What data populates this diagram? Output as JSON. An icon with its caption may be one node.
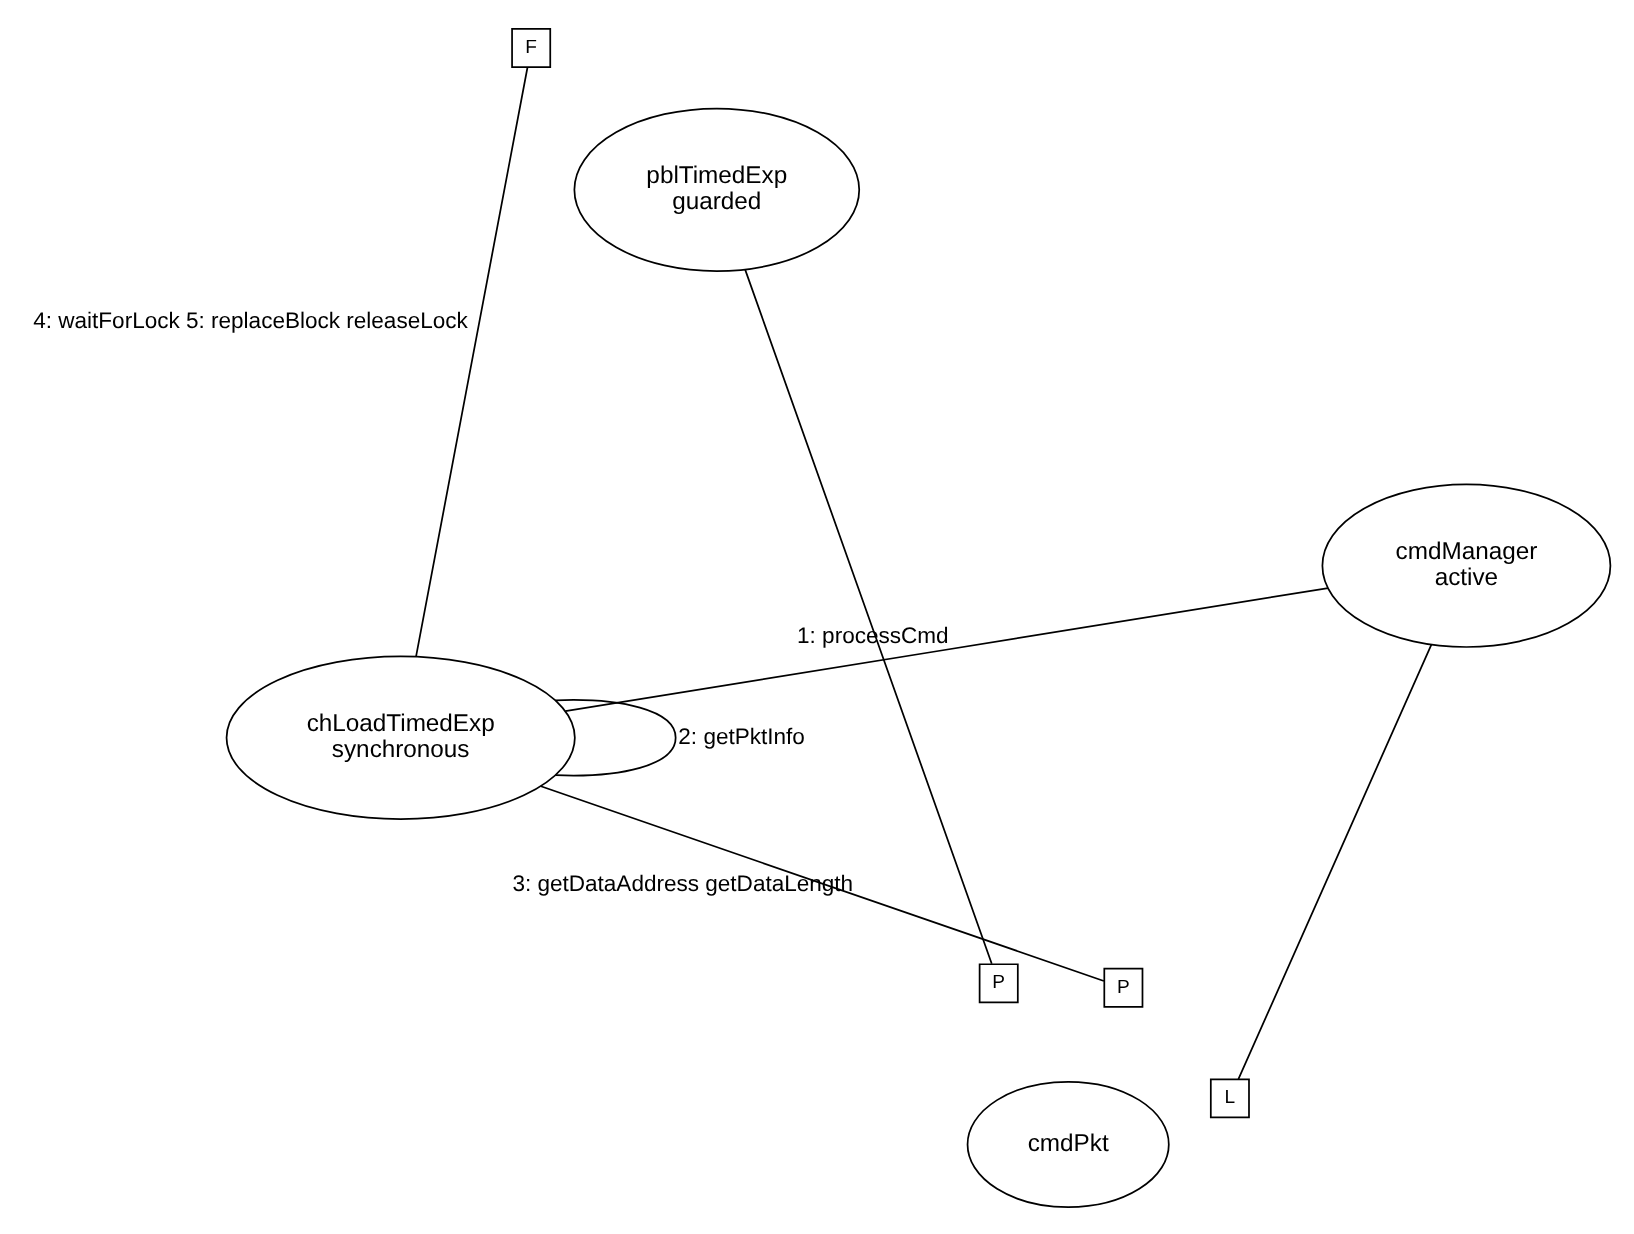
{
  "diagram": {
    "nodes": [
      {
        "text": [
          "cmdManager",
          "active"
        ]
      },
      {
        "text": [
          "cmdPkt"
        ]
      },
      {
        "text": [
          "L"
        ]
      },
      {
        "text": [
          "P"
        ]
      },
      {
        "text": [
          "P"
        ]
      },
      {
        "text": [
          "chLoadTimedExp",
          "synchronous"
        ]
      },
      {
        "text": [
          "pblTimedExp",
          "guarded"
        ]
      },
      {
        "text": [
          "F"
        ]
      }
    ],
    "edges": [
      {
        "from": 0,
        "to": 2,
        "arrow": "none"
      },
      {
        "from": 0,
        "to": 5,
        "arrow": "none",
        "label": "1: processCmd"
      },
      {
        "from": 5,
        "to": 5,
        "arrow": "none",
        "label": "2: getPktInfo"
      },
      {
        "from": 5,
        "to": 3,
        "arrow": "none",
        "label": "3: getDataAddress getDataLength"
      },
      {
        "from": 4,
        "to": 6,
        "arrow": "none"
      },
      {
        "from": 5,
        "to": 7,
        "arrow": "none",
        "label": "4: waitForLock 5: replaceBlock releaseLock"
      }
    ]
  }
}
